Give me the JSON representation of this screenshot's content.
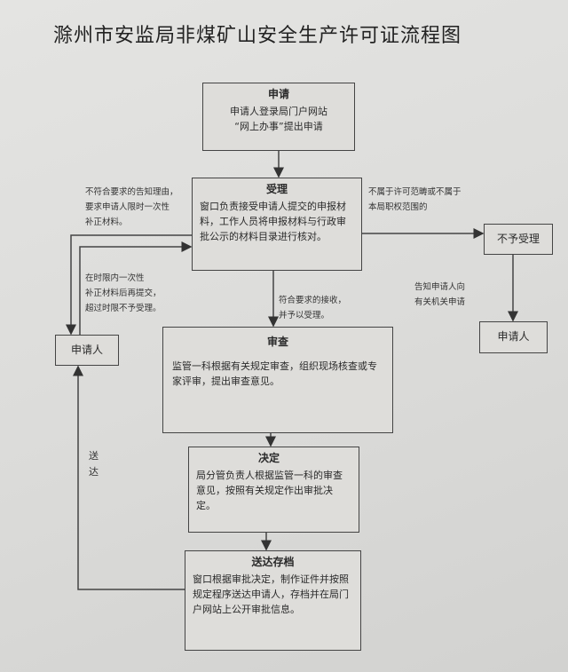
{
  "title": "滁州市安监局非煤矿山安全生产许可证流程图",
  "boxes": {
    "apply": {
      "heading": "申请",
      "lines": [
        "申请人登录局门户网站",
        "“网上办事”提出申请"
      ]
    },
    "accept": {
      "heading": "受理",
      "body": "窗口负责接受申请人提交的申报材料，工作人员将申报材料与行政审批公示的材料目录进行核对。"
    },
    "reject": {
      "label": "不予受理"
    },
    "applicant_right": {
      "label": "申请人"
    },
    "applicant_left": {
      "label": "申请人"
    },
    "review": {
      "heading": "审查",
      "body": "监管一科根据有关规定审查，组织现场核查或专家评审，提出审查意见。"
    },
    "decision": {
      "heading": "决定",
      "body": "局分管负责人根据监管一科的审查意见，按照有关规定作出审批决定。"
    },
    "deliver": {
      "heading": "送达存档",
      "body": "窗口根据审批决定，制作证件并按照规定程序送达申请人，存档并在局门户网站上公开审批信息。"
    }
  },
  "notes": {
    "incomplete": [
      "不符合要求的告知理由，",
      "要求申请人限时一次性",
      "补正材料。"
    ],
    "resubmit": [
      "在时限内一次性",
      "补正材料后再提交，",
      "超过时限不予受理。"
    ],
    "out_of_scope": [
      "不属于许可范畴或不属于",
      "本局职权范围的"
    ],
    "inform": [
      "告知申请人向",
      "有关机关申请"
    ],
    "qualified": [
      "符合要求的接收，",
      "并予以受理。"
    ],
    "delivered": "送达"
  }
}
